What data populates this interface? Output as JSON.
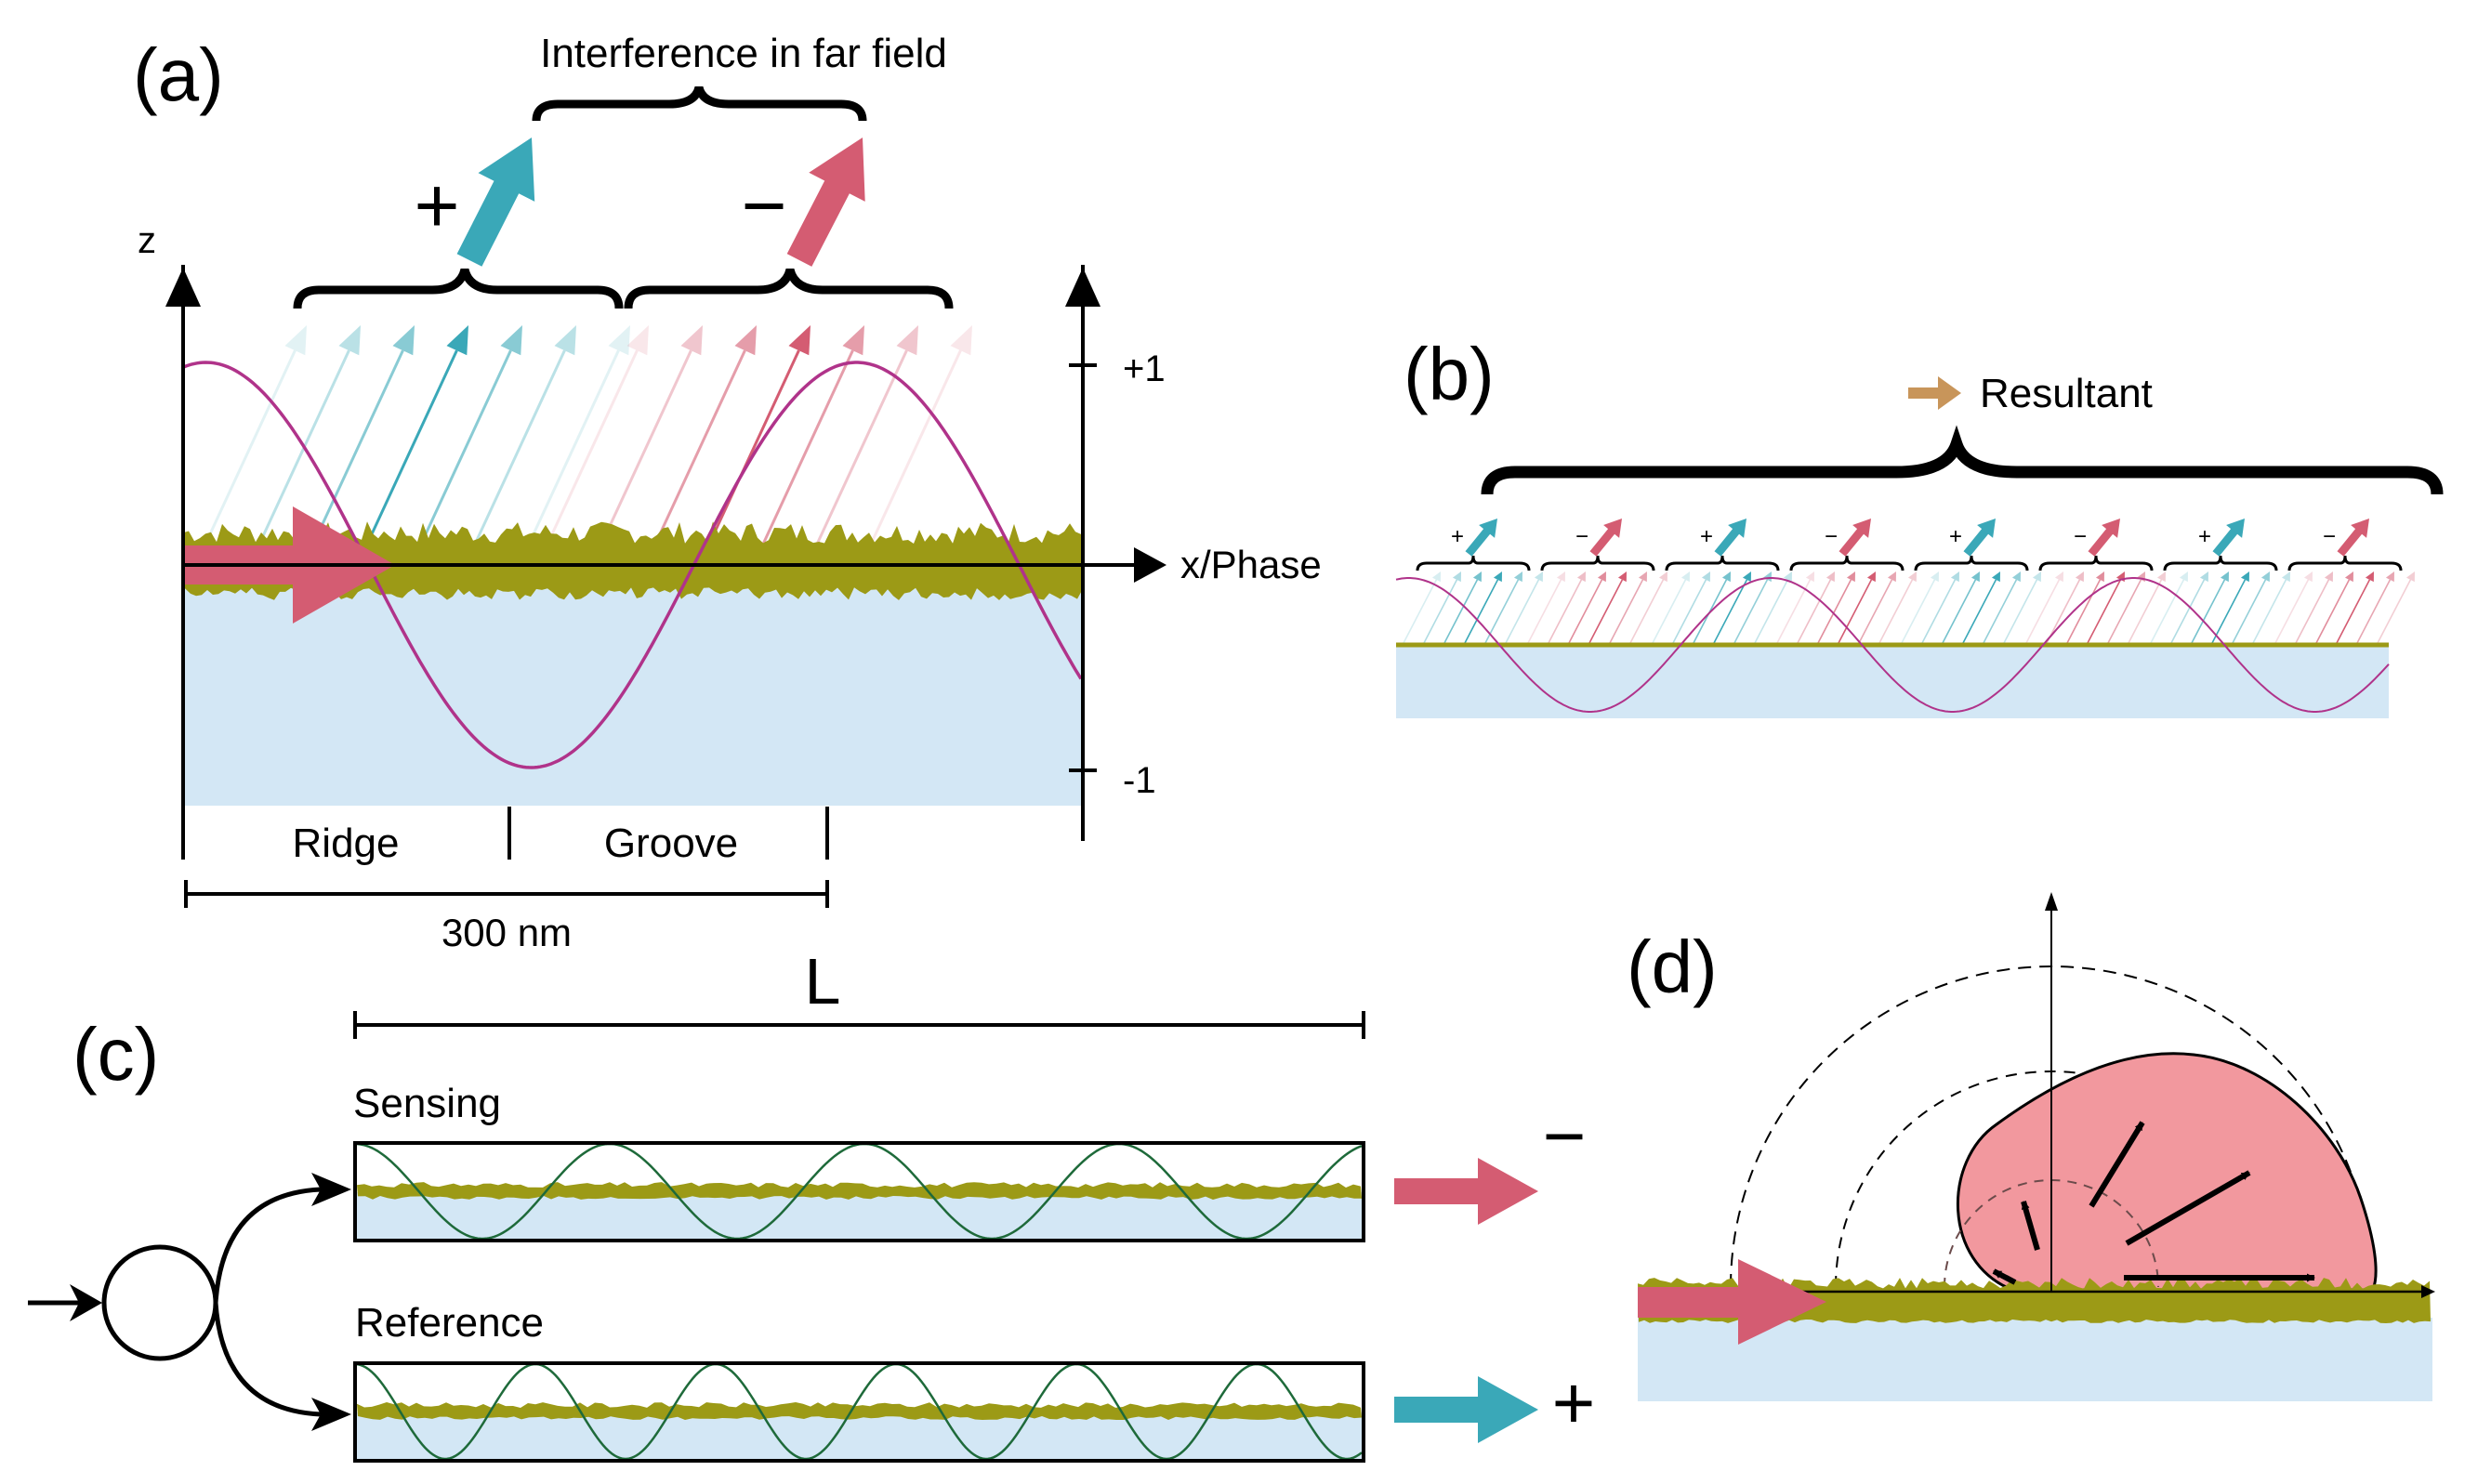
{
  "panel_a": {
    "label": "(a)",
    "far_field_label": "Interference in far field",
    "plus_sign": "+",
    "minus_sign": "−",
    "z_axis_label": "z",
    "x_axis_label": "x/Phase",
    "tick_top": "+1",
    "tick_bottom": "-1",
    "ridge_label": "Ridge",
    "groove_label": "Groove",
    "scale_label": "300 nm"
  },
  "panel_b": {
    "label": "(b)",
    "resultant_label": "Resultant",
    "signs": [
      "+",
      "−",
      "+",
      "−",
      "+",
      "−",
      "+",
      "−"
    ]
  },
  "panel_c": {
    "label": "(c)",
    "length_label": "L",
    "sensing_label": "Sensing",
    "reference_label": "Reference",
    "minus_sign": "−",
    "plus_sign": "+"
  },
  "panel_d": {
    "label": "(d)"
  },
  "colors": {
    "teal": "#3aa8b8",
    "pink": "#d45c72",
    "lobe": "#f2989e",
    "olive": "#9c9a16",
    "substrate": "#d3e7f5",
    "sine_a": "#b0338a",
    "sine_c": "#1e6a3a",
    "resultant": "#c8955a"
  }
}
